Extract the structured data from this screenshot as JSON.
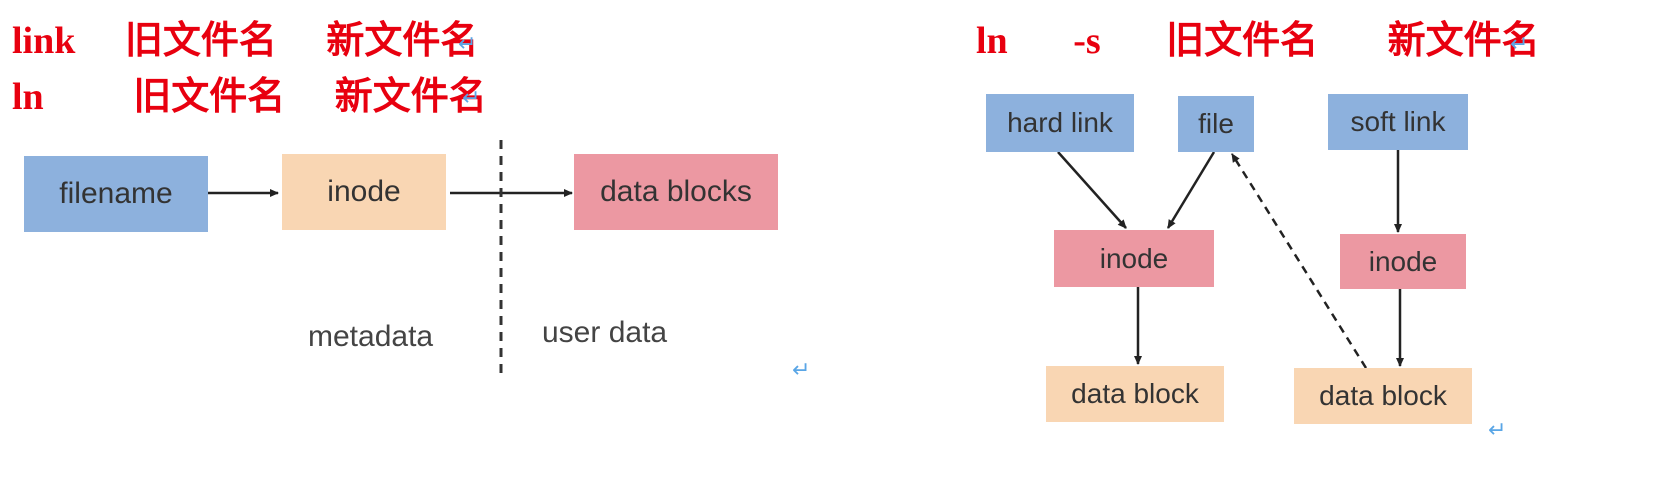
{
  "commands": {
    "link": {
      "cmd": "link",
      "old": "旧文件名",
      "new": "新文件名"
    },
    "ln": {
      "cmd": "ln",
      "old": "旧文件名",
      "new": "新文件名"
    },
    "ln_s": {
      "cmd": "ln",
      "flag": "-s",
      "old": "旧文件名",
      "new": "新文件名"
    }
  },
  "return_mark": "↵",
  "diagram_left": {
    "filename": "filename",
    "inode": "inode",
    "data_blocks": "data blocks",
    "metadata": "metadata",
    "user_data": "user data"
  },
  "diagram_right": {
    "hard_link": "hard link",
    "file": "file",
    "soft_link": "soft link",
    "inode_left": "inode",
    "inode_right": "inode",
    "data_block_left": "data block",
    "data_block_right": "data block"
  },
  "colors": {
    "command_red": "#e8000f",
    "link_blue": "#8db1dd",
    "inode_pink": "#ec98a2",
    "data_peach": "#f9d6b3",
    "return_mark_blue": "#5aa6e6"
  }
}
